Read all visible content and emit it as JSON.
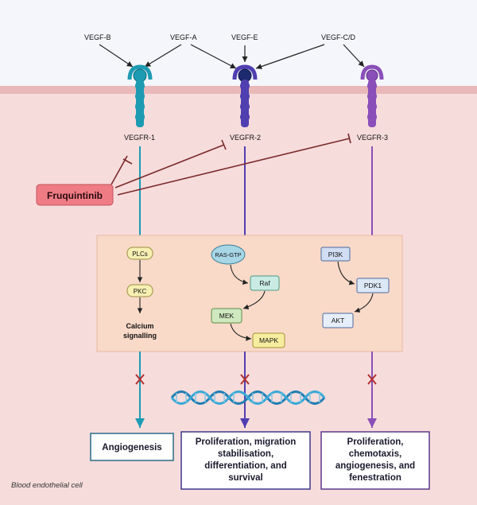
{
  "ligands": {
    "vegf_b": "VEGF-B",
    "vegf_a": "VEGF-A",
    "vegf_e": "VEGF-E",
    "vegf_cd": "VEGF-C/D"
  },
  "receptors": {
    "r1": "VEGFR-1",
    "r2": "VEGFR-2",
    "r3": "VEGFR-3"
  },
  "drug": "Fruquintinib",
  "pathway": {
    "plcs": "PLCs",
    "pkc": "PKC",
    "calcium_1": "Calcium",
    "calcium_2": "signalling",
    "ras": "RAS-GTP",
    "raf": "Raf",
    "mek": "MEK",
    "mapk": "MAPK",
    "pi3k": "PI3K",
    "pdk1": "PDK1",
    "akt": "AKT"
  },
  "outcomes": {
    "o1": "Angiogenesis",
    "o2_l1": "Proliferation, migration",
    "o2_l2": "stabilisation,",
    "o2_l3": "differentiation, and",
    "o2_l4": "survival",
    "o3_l1": "Proliferation,",
    "o3_l2": "chemotaxis,",
    "o3_l3": "angiogenesis, and",
    "o3_l4": "fenestration"
  },
  "cell_label": "Blood endothelial cell",
  "colors": {
    "cell_bg": "#f7dcdc",
    "extracellular_bg": "#f4f6fb",
    "membrane": "#e9b8b8",
    "vegfr1": "#1d9bb3",
    "vegfr2": "#4f3fb0",
    "vegfr3": "#8a4fb8",
    "inhibit": "#7a2a2a",
    "drug_fill": "#ef7c84",
    "pathway_box": "#f9d9c8",
    "block_x": "#b03030"
  }
}
